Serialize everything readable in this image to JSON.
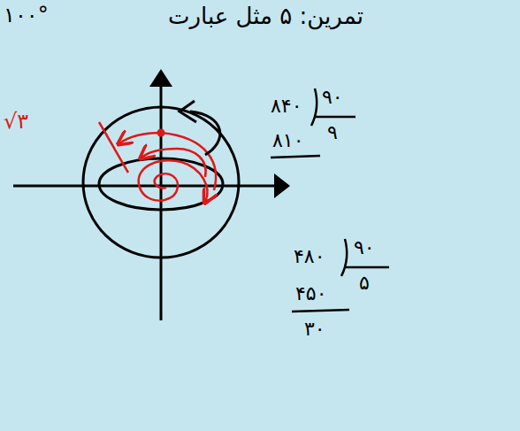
{
  "diagram": {
    "title": "تمرین: ۵ مثل عبارت",
    "labels": [
      "۱۰۰°",
      "√۳",
      "۸۴۰",
      "۹۰",
      "۹",
      "۸۱۰",
      "۴۸۰",
      "۹۰",
      "۵",
      "۴۵۰",
      "۳۰"
    ]
  }
}
